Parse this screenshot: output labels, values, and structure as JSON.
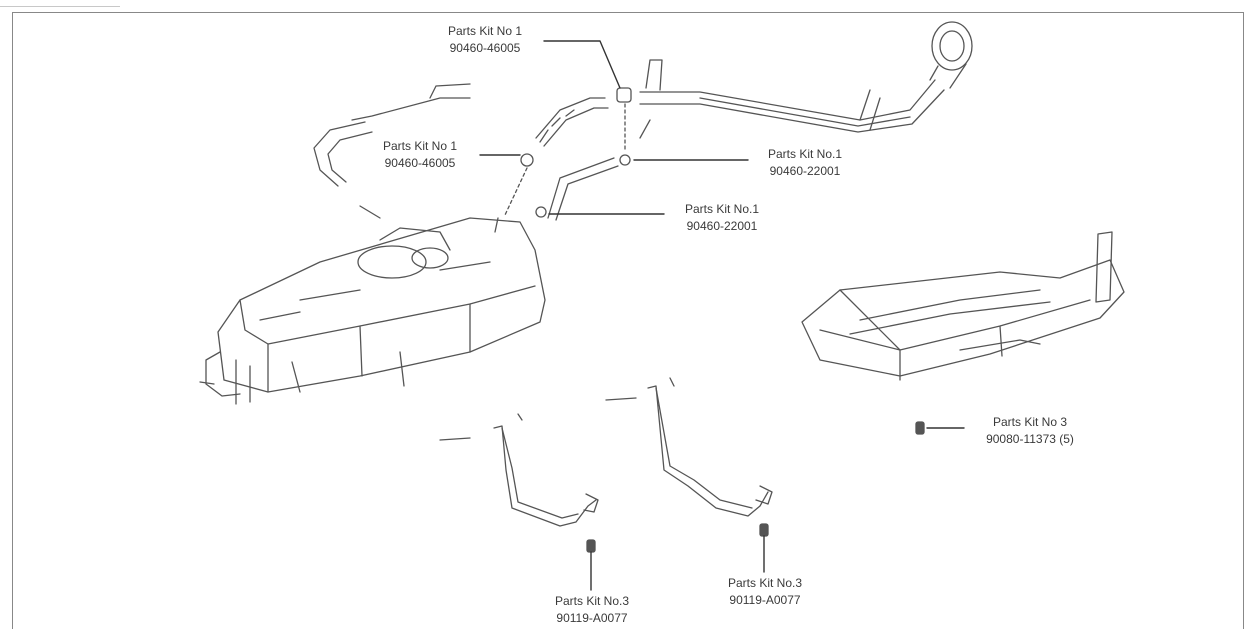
{
  "callouts": [
    {
      "name": "Parts Kit No 1",
      "part": "90460-46005"
    },
    {
      "name": "Parts Kit No 1",
      "part": "90460-46005"
    },
    {
      "name": "Parts Kit No.1",
      "part": "90460-22001"
    },
    {
      "name": "Parts Kit No.1",
      "part": "90460-22001"
    },
    {
      "name": "Parts Kit No 3",
      "part": "90080-11373 (5)"
    },
    {
      "name": "Parts Kit No.3",
      "part": "90119-A0077"
    },
    {
      "name": "Parts Kit No.3",
      "part": "90119-A0077"
    }
  ]
}
